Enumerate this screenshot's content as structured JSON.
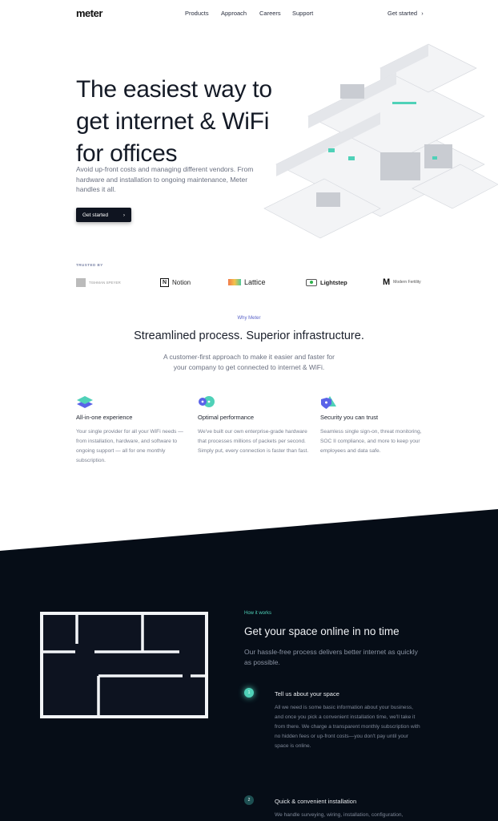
{
  "nav": {
    "logo": "meter",
    "items": [
      "Products",
      "Approach",
      "Careers",
      "Support"
    ],
    "cta": "Get started",
    "cta_icon": "chevron-right"
  },
  "hero": {
    "title": "The easiest way to get internet & WiFi for offices",
    "subtitle": "Avoid up-front costs and managing different vendors. From hardware and installation to ongoing maintenance, Meter handles it all.",
    "button": "Get started",
    "button_icon": "chevron-right"
  },
  "trusted": {
    "label": "TRUSTED BY",
    "logos": [
      "TISHMAN SPEYER",
      "Notion",
      "Lattice",
      "Lightstep",
      "Modern Fertility"
    ]
  },
  "why": {
    "eyebrow": "Why Meter",
    "title": "Streamlined process. Superior infrastructure.",
    "description": "A customer-first approach to make it easier and faster for your company to get connected to internet & WiFi.",
    "features": [
      {
        "icon": "layers-icon",
        "title": "All-in-one experience",
        "text": "Your single provider for all your WiFi needs — from installation, hardware, and software to ongoing support — all for one monthly subscription."
      },
      {
        "icon": "performance-icon",
        "title": "Optimal performance",
        "text": "We've built our own enterprise-grade hardware that processes millions of packets per second. Simply put, every connection is faster than fast."
      },
      {
        "icon": "shield-icon",
        "title": "Security you can trust",
        "text": "Seamless single sign-on, threat monitoring, SOC II compliance, and more to keep your employees and data safe."
      }
    ]
  },
  "how": {
    "eyebrow": "How it works",
    "title": "Get your space online in no time",
    "subtitle": "Our hassle-free process delivers better internet as quickly as possible.",
    "steps": [
      {
        "num": "1",
        "title": "Tell us about your space",
        "text": "All we need is some basic information about your business, and once you pick a convenient installation time, we'll take it from there. We charge a transparent monthly subscription with no hidden fees or up-front costs—you don't pay until your space is online."
      },
      {
        "num": "2",
        "title": "Quick & convenient installation",
        "text": "We handle surveying, wiring, installation, configuration,"
      }
    ]
  },
  "colors": {
    "dark_bg": "#060d17",
    "accent_teal": "#4fd1b8",
    "accent_purple": "#5a63c8",
    "button_bg": "#0f1420"
  }
}
